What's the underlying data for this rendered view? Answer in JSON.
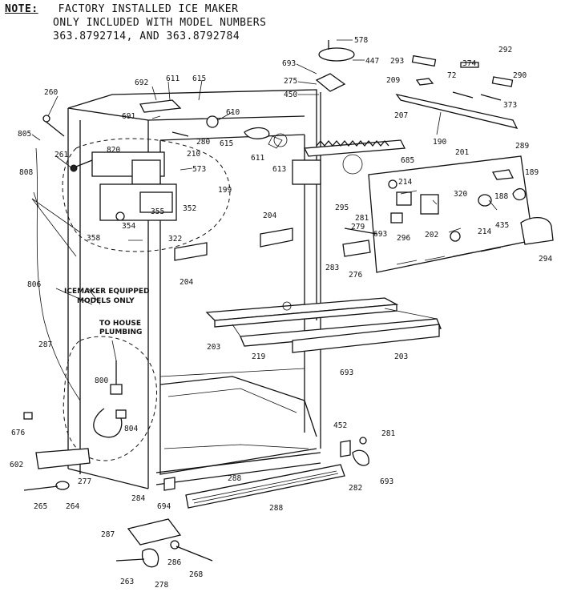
{
  "note": {
    "label": "NOTE:",
    "line1": "FACTORY INSTALLED ICE MAKER",
    "line2": "ONLY INCLUDED WITH MODEL NUMBERS",
    "line3": "363.8792714, AND 363.8792784"
  },
  "annotations": {
    "icemaker_equipped_1": "ICEMAKER EQUIPPED",
    "icemaker_equipped_2": "MODELS ONLY",
    "to_house_1": "TO HOUSE",
    "to_house_2": "PLUMBING"
  },
  "part_labels": {
    "p578": "578",
    "p447": "447",
    "p693a": "693",
    "p275": "275",
    "p450": "450",
    "p293": "293",
    "p292": "292",
    "p374": "374",
    "p209": "209",
    "p72": "72",
    "p290": "290",
    "p373": "373",
    "p207": "207",
    "p190": "190",
    "p289": "289",
    "p260": "260",
    "p692": "692",
    "p611": "611",
    "p615a": "615",
    "p610": "610",
    "p691": "691",
    "p280": "280",
    "p615b": "615",
    "p805": "805",
    "p210": "210",
    "p611b": "611",
    "p685": "685",
    "p201": "201",
    "p189": "189",
    "p261": "261",
    "p820": "820",
    "p573": "573",
    "p613": "613",
    "p199": "199",
    "p808": "808",
    "p214a": "214",
    "p320": "320",
    "p188": "188",
    "p355": "355",
    "p352": "352",
    "p295": "295",
    "p354": "354",
    "p204a": "204",
    "p281a": "281",
    "p358": "358",
    "p279": "279",
    "p693b": "693",
    "p296": "296",
    "p435": "435",
    "p202": "202",
    "p214b": "214",
    "p322": "322",
    "p204b": "204",
    "p283": "283",
    "p276": "276",
    "p294": "294",
    "p806": "806",
    "p203a": "203",
    "p219": "219",
    "p203b": "203",
    "p287a": "287",
    "p693c": "693",
    "p800": "800",
    "p804": "804",
    "p676": "676",
    "p452": "452",
    "p281b": "281",
    "p602": "602",
    "p277": "277",
    "p265": "265",
    "p264": "264",
    "p282": "282",
    "p693d": "693",
    "p284": "284",
    "p694": "694",
    "p288a": "288",
    "p288b": "288",
    "p287b": "287",
    "p263": "263",
    "p286": "286",
    "p268": "268",
    "p278": "278"
  }
}
